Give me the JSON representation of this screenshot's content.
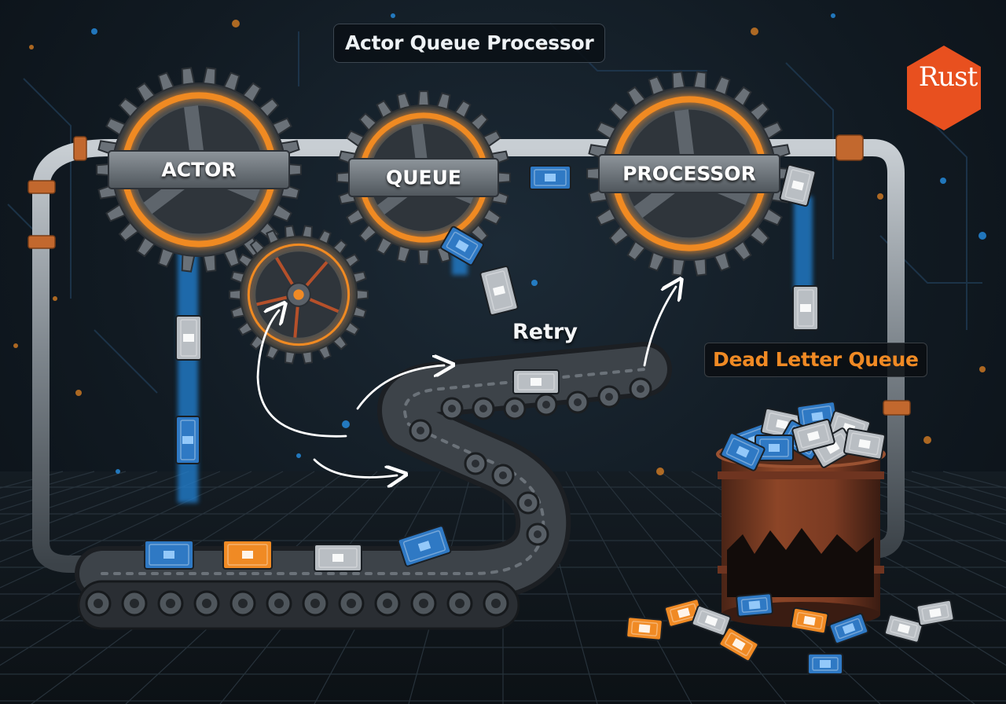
{
  "title": "Actor Queue Processor",
  "gears": {
    "actor": "ACTOR",
    "queue": "QUEUE",
    "processor": "PROCESSOR"
  },
  "retry_label": "Retry",
  "dead_letter_label": "Dead Letter Queue",
  "logo": {
    "text": "Rust",
    "color": "#e8501f"
  },
  "colors": {
    "accent_orange": "#f08a24",
    "message_blue": "#2f79c4",
    "glow_blue": "#2aa0ff",
    "pipe_gray": "#8d959c",
    "rust_barrel": "#7a3a22"
  }
}
